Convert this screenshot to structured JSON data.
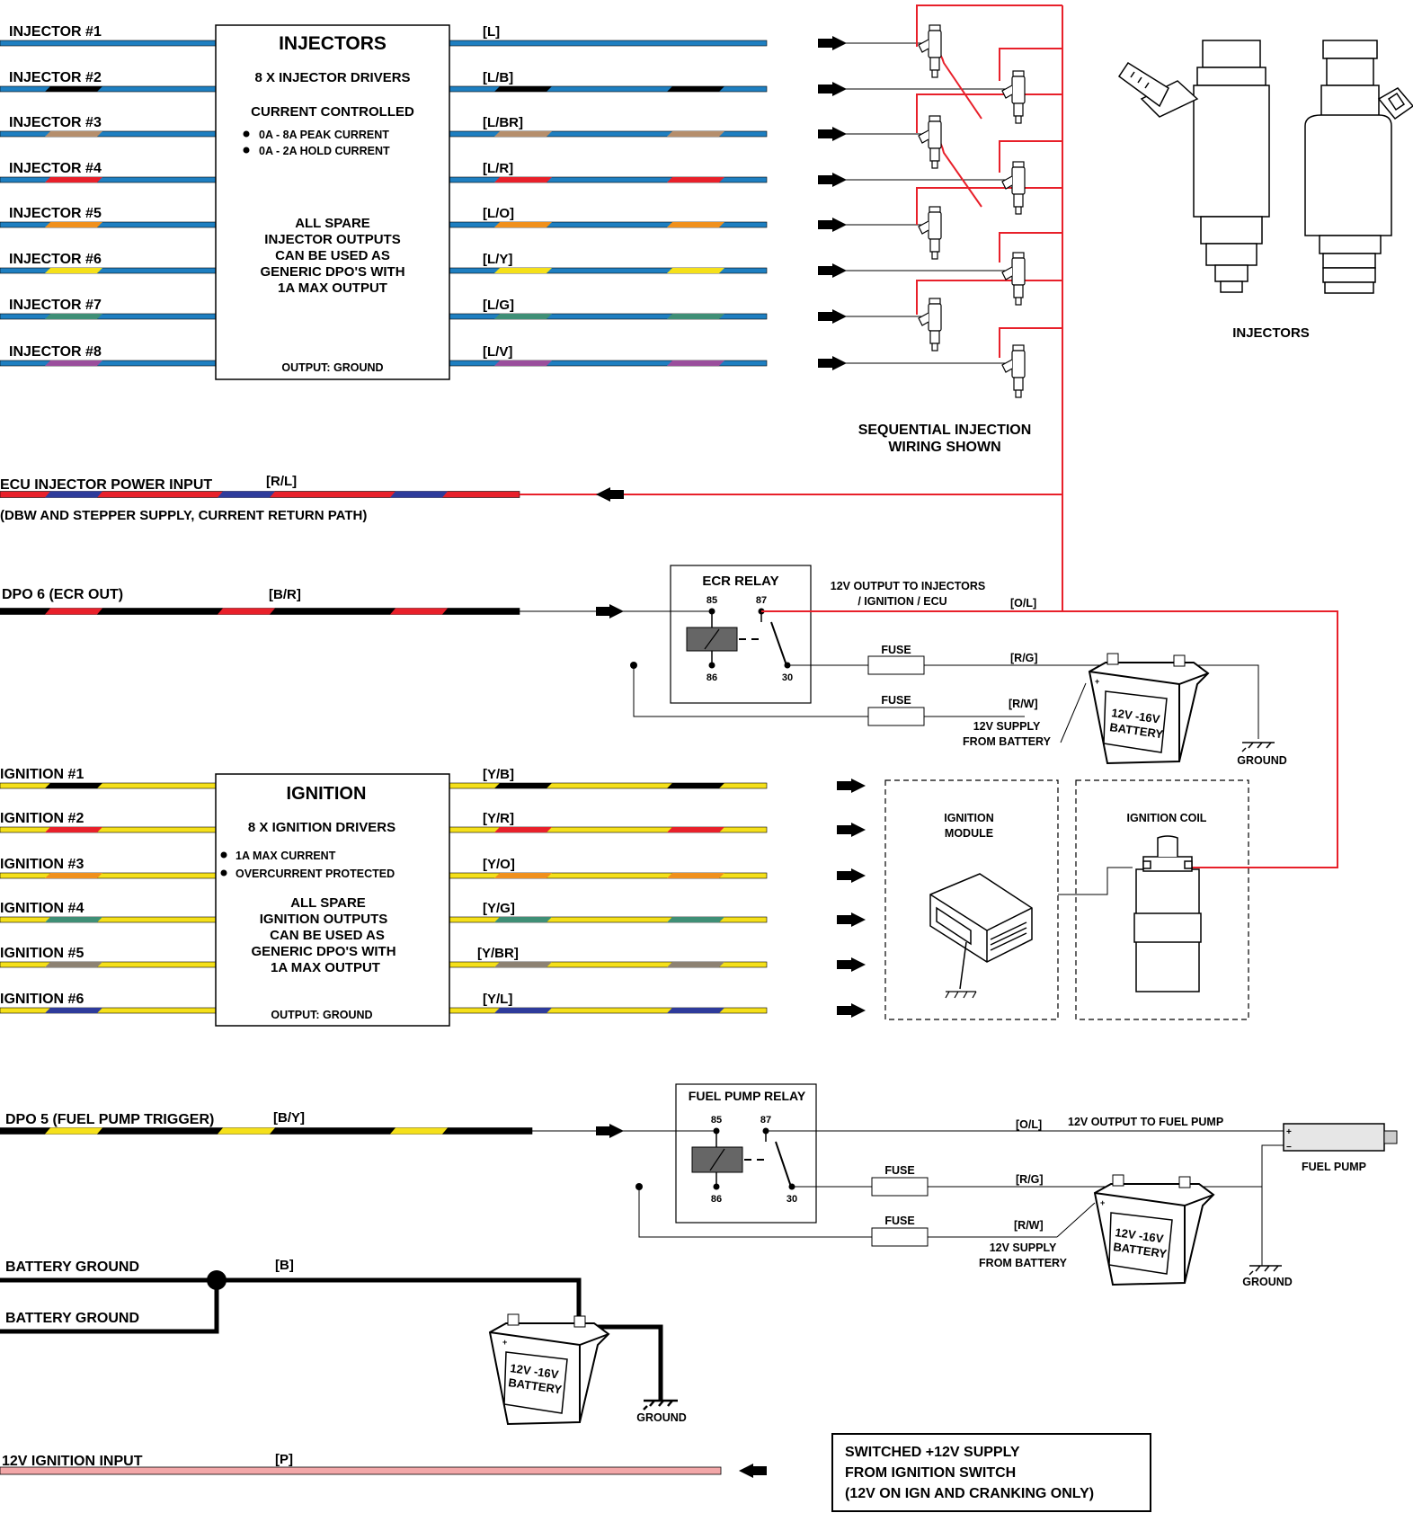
{
  "colors": {
    "L": "#1e7fc1",
    "B": "#000000",
    "BR": "#b58e6c",
    "R": "#e8202a",
    "O": "#f0901c",
    "Y": "#f5e01a",
    "G": "#3f8f76",
    "V": "#9a4e9c",
    "GY": "#8d8273",
    "N": "#2e3b9b",
    "P": "#f2a7a8",
    "supply": "#e8202a",
    "relay_coil": "#666666"
  },
  "injectors": {
    "title": "INJECTORS",
    "subtitle": "8 X INJECTOR DRIVERS",
    "current_heading": "CURRENT CONTROLLED",
    "bullets": [
      "0A - 8A PEAK CURRENT",
      "0A - 2A HOLD CURRENT"
    ],
    "spare_note": [
      "ALL SPARE",
      "INJECTOR OUTPUTS",
      "CAN BE USED AS",
      "GENERIC DPO'S WITH",
      "1A MAX OUTPUT"
    ],
    "output": "OUTPUT: GROUND",
    "wires": [
      {
        "name": "INJECTOR #1",
        "code": "[L]",
        "stripe": ""
      },
      {
        "name": "INJECTOR #2",
        "code": "[L/B]",
        "stripe": "B"
      },
      {
        "name": "INJECTOR #3",
        "code": "[L/BR]",
        "stripe": "BR"
      },
      {
        "name": "INJECTOR #4",
        "code": "[L/R]",
        "stripe": "R"
      },
      {
        "name": "INJECTOR #5",
        "code": "[L/O]",
        "stripe": "O"
      },
      {
        "name": "INJECTOR #6",
        "code": "[L/Y]",
        "stripe": "Y"
      },
      {
        "name": "INJECTOR #7",
        "code": "[L/G]",
        "stripe": "G"
      },
      {
        "name": "INJECTOR #8",
        "code": "[L/V]",
        "stripe": "V"
      }
    ]
  },
  "injector_illustration_label": "INJECTORS",
  "sequential_note": [
    "SEQUENTIAL INJECTION",
    "WIRING SHOWN"
  ],
  "power_input": {
    "name": "ECU INJECTOR POWER INPUT",
    "code": "[R/L]",
    "note": "(DBW AND STEPPER SUPPLY, CURRENT RETURN PATH)"
  },
  "ecr": {
    "wire_name": "DPO 6 (ECR OUT)",
    "wire_code": "[B/R]",
    "relay_title": "ECR RELAY",
    "pins": [
      "85",
      "87",
      "86",
      "30"
    ],
    "output_label": [
      "12V OUTPUT TO INJECTORS",
      "/ IGNITION / ECU"
    ],
    "output_code": "[O/L]",
    "fuse1": "FUSE",
    "fuse2": "FUSE",
    "rg": "[R/G]",
    "rw": "[R/W]",
    "supply": [
      "12V SUPPLY",
      "FROM BATTERY"
    ],
    "battery": [
      "12V -16V",
      "BATTERY"
    ],
    "ground": "GROUND"
  },
  "ignition": {
    "title": "IGNITION",
    "subtitle": "8 X IGNITION DRIVERS",
    "bullets": [
      "1A MAX CURRENT",
      "OVERCURRENT PROTECTED"
    ],
    "spare_note": [
      "ALL SPARE",
      "IGNITION OUTPUTS",
      "CAN BE USED AS",
      "GENERIC DPO'S WITH",
      "1A MAX OUTPUT"
    ],
    "output": "OUTPUT: GROUND",
    "wires": [
      {
        "name": "IGNITION #1",
        "code": "[Y/B]",
        "stripe": "B"
      },
      {
        "name": "IGNITION #2",
        "code": "[Y/R]",
        "stripe": "R"
      },
      {
        "name": "IGNITION #3",
        "code": "[Y/O]",
        "stripe": "O"
      },
      {
        "name": "IGNITION #4",
        "code": "[Y/G]",
        "stripe": "G"
      },
      {
        "name": "IGNITION #5",
        "code": "[Y/BR]",
        "stripe": "GY"
      },
      {
        "name": "IGNITION #6",
        "code": "[Y/L]",
        "stripe": "N"
      }
    ],
    "module_label": [
      "IGNITION",
      "MODULE"
    ],
    "coil_label": "IGNITION COIL"
  },
  "fuel": {
    "wire_name": "DPO 5 (FUEL PUMP TRIGGER)",
    "wire_code": "[B/Y]",
    "relay_title": "FUEL PUMP RELAY",
    "pins": [
      "85",
      "87",
      "86",
      "30"
    ],
    "ol": "[O/L]",
    "output_label": "12V OUTPUT TO FUEL PUMP",
    "fuse1": "FUSE",
    "fuse2": "FUSE",
    "rg": "[R/G]",
    "rw": "[R/W]",
    "supply": [
      "12V SUPPLY",
      "FROM BATTERY"
    ],
    "battery": [
      "12V -16V",
      "BATTERY"
    ],
    "ground": "GROUND",
    "pump_label": "FUEL PUMP"
  },
  "battery_ground": {
    "label1": "BATTERY GROUND",
    "label2": "BATTERY GROUND",
    "code": "[B]",
    "battery": [
      "12V -16V",
      "BATTERY"
    ],
    "ground": "GROUND"
  },
  "ign_input": {
    "name": "12V IGNITION INPUT",
    "code": "[P]",
    "note": [
      "SWITCHED +12V SUPPLY",
      "FROM IGNITION SWITCH",
      "(12V ON IGN AND CRANKING ONLY)"
    ]
  }
}
